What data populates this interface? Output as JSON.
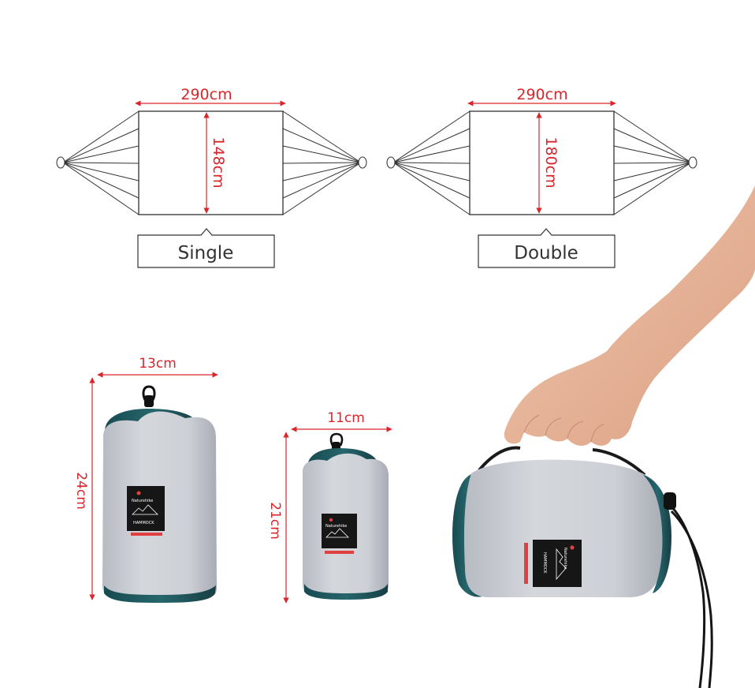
{
  "hammocks": [
    {
      "id": "single",
      "length_label": "290cm",
      "width_label": "148cm",
      "caption": "Single"
    },
    {
      "id": "double",
      "length_label": "290cm",
      "width_label": "180cm",
      "caption": "Double"
    }
  ],
  "bags": [
    {
      "id": "large-bag",
      "width_label": "13cm",
      "height_label": "24cm"
    },
    {
      "id": "small-bag",
      "width_label": "11cm",
      "height_label": "21cm"
    }
  ],
  "tag": {
    "brand": "Naturehike",
    "product": "HAMMOCK"
  },
  "colors": {
    "dimension": "#d9252b",
    "outline": "#333333",
    "bag_body": "#c9ccd2",
    "bag_trim": "#1f5a60",
    "tag": "#161616",
    "skin": "#e9b79b"
  }
}
